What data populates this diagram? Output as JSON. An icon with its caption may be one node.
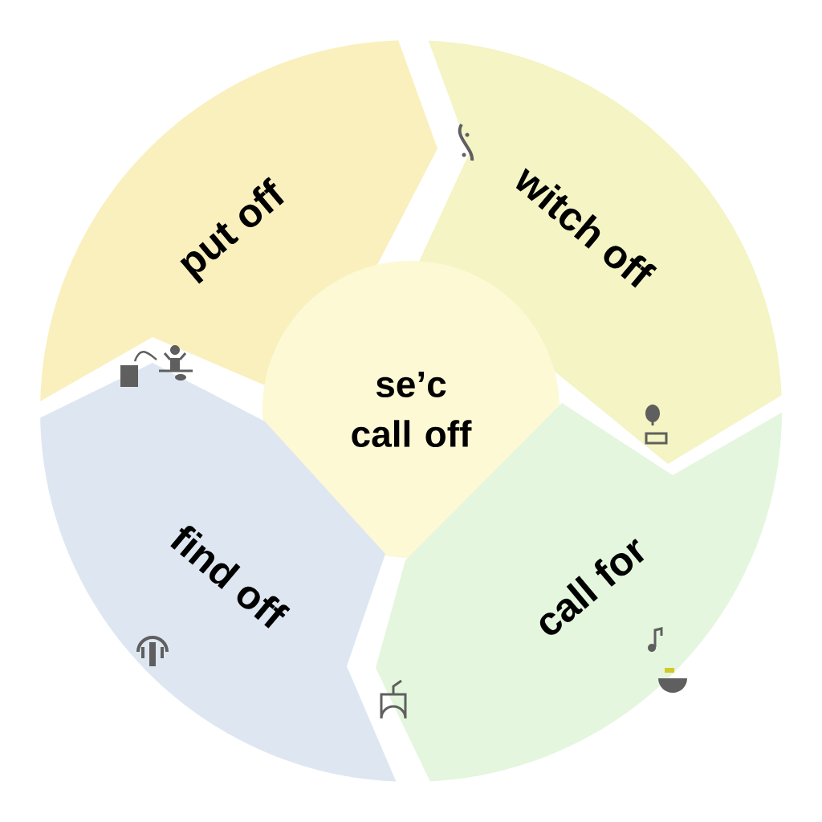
{
  "diagram": {
    "nodes": [
      {
        "text": [
          "put off"
        ]
      },
      {
        "text": [
          "witch off"
        ]
      },
      {
        "text": [
          "se’c call off"
        ]
      },
      {
        "text": [
          "find off"
        ]
      },
      {
        "text": [
          "call for"
        ]
      }
    ]
  }
}
